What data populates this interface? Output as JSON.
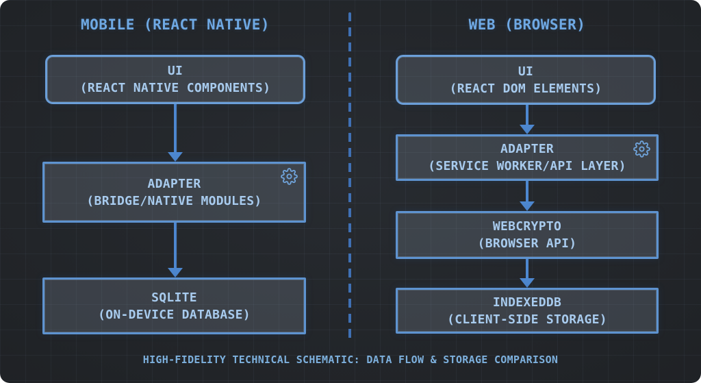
{
  "diagram": {
    "columns": [
      {
        "title": "MOBILE (REACT NATIVE)",
        "nodes": [
          {
            "id": "mobile-ui",
            "line1": "UI",
            "line2": "(REACT NATIVE COMPONENTS)"
          },
          {
            "id": "mobile-adapter",
            "line1": "ADAPTER",
            "line2": "(BRIDGE/NATIVE MODULES)",
            "icon": "gear-icon"
          },
          {
            "id": "mobile-sqlite",
            "line1": "SQLITE",
            "line2": "(ON-DEVICE DATABASE)"
          }
        ]
      },
      {
        "title": "WEB (BROWSER)",
        "nodes": [
          {
            "id": "web-ui",
            "line1": "UI",
            "line2": "(REACT DOM ELEMENTS)"
          },
          {
            "id": "web-adapter",
            "line1": "ADAPTER",
            "line2": "(SERVICE WORKER/API LAYER)",
            "icon": "gear-icon"
          },
          {
            "id": "web-webcrypto",
            "line1": "WEBCRYPTO",
            "line2": "(BROWSER API)"
          },
          {
            "id": "web-indexeddb",
            "line1": "INDEXEDDB",
            "line2": "(CLIENT-SIDE STORAGE)"
          }
        ]
      }
    ],
    "caption": "HIGH-FIDELITY TECHNICAL SCHEMATIC: DATA FLOW & STORAGE COMPARISON"
  },
  "colors": {
    "background": "#24272b",
    "grid_line": "#2f343a",
    "node_fill": "#4a5158",
    "node_border": "#5e93d0",
    "node_border_rounded": "#6b9fd9",
    "arrow": "#4d87cf",
    "divider": "#3f70b4",
    "header_text": "#6fa9e4",
    "node_text": "#a8cbee",
    "caption_text": "#7db0dd",
    "gear_icon": "#6fa3da"
  }
}
